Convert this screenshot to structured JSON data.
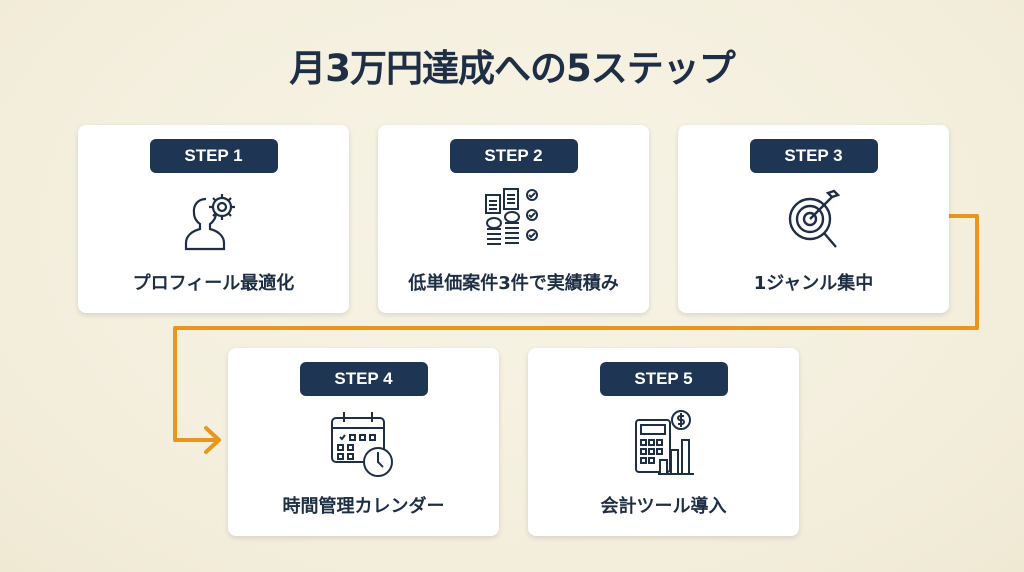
{
  "title": "月3万円達成への5ステップ",
  "colors": {
    "badge": "#1e3553",
    "arrow": "#e8961e",
    "text": "#1e2f45",
    "background": "#f4efdf"
  },
  "steps": [
    {
      "badge": "STEP 1",
      "label": "プロフィール最適化",
      "icon": "person-gear-icon"
    },
    {
      "badge": "STEP 2",
      "label": "低単価案件3件で実績積み",
      "icon": "documents-coins-checklist-icon"
    },
    {
      "badge": "STEP 3",
      "label": "1ジャンル集中",
      "icon": "target-magnifier-icon"
    },
    {
      "badge": "STEP 4",
      "label": "時間管理カレンダー",
      "icon": "calendar-clock-icon"
    },
    {
      "badge": "STEP 5",
      "label": "会計ツール導入",
      "icon": "calculator-chart-icon"
    }
  ]
}
